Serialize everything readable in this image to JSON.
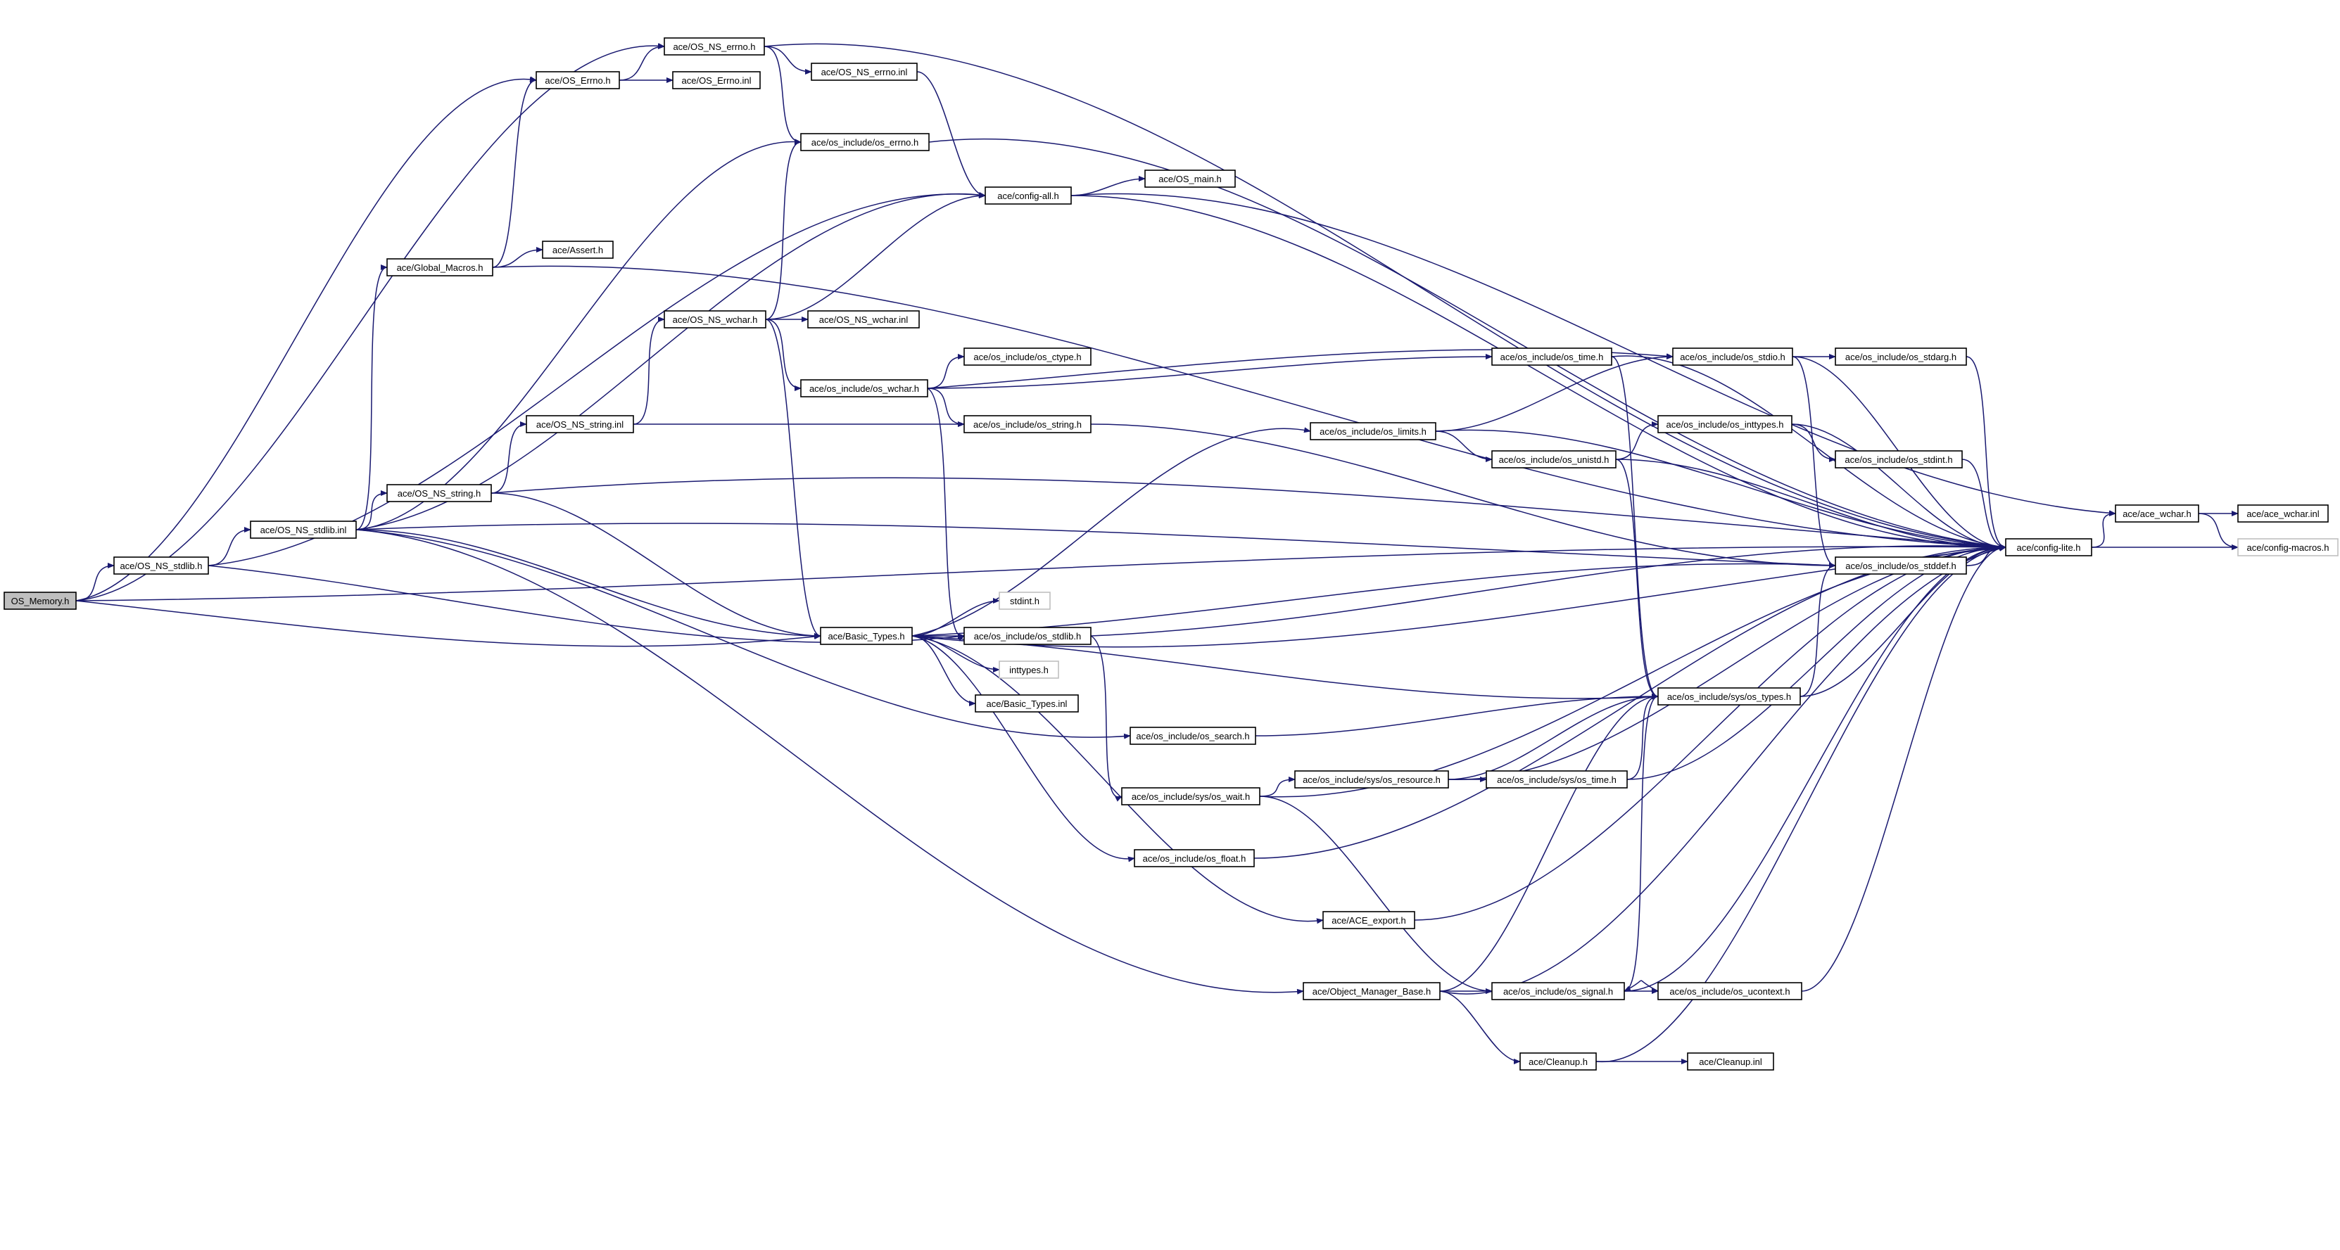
{
  "diagram": {
    "root": "OS_Memory.h",
    "nodes": [
      {
        "id": "os_memory",
        "label": "OS_Memory.h",
        "style": "root"
      },
      {
        "id": "os_ns_errno_h",
        "label": "ace/OS_NS_errno.h"
      },
      {
        "id": "os_errno_h",
        "label": "ace/OS_Errno.h"
      },
      {
        "id": "os_errno_inl",
        "label": "ace/OS_Errno.inl"
      },
      {
        "id": "os_ns_errno_inl",
        "label": "ace/OS_NS_errno.inl"
      },
      {
        "id": "os_include_os_errno_h",
        "label": "ace/os_include/os_errno.h"
      },
      {
        "id": "config_all_h",
        "label": "ace/config-all.h"
      },
      {
        "id": "os_main_h",
        "label": "ace/OS_main.h"
      },
      {
        "id": "global_macros_h",
        "label": "ace/Global_Macros.h"
      },
      {
        "id": "assert_h",
        "label": "ace/Assert.h"
      },
      {
        "id": "os_ns_wchar_h",
        "label": "ace/OS_NS_wchar.h"
      },
      {
        "id": "os_ns_wchar_inl",
        "label": "ace/OS_NS_wchar.inl"
      },
      {
        "id": "os_ctype_h",
        "label": "ace/os_include/os_ctype.h"
      },
      {
        "id": "os_wchar_h",
        "label": "ace/os_include/os_wchar.h"
      },
      {
        "id": "os_time_h",
        "label": "ace/os_include/os_time.h"
      },
      {
        "id": "os_stdio_h",
        "label": "ace/os_include/os_stdio.h"
      },
      {
        "id": "os_stdarg_h",
        "label": "ace/os_include/os_stdarg.h"
      },
      {
        "id": "os_ns_string_inl",
        "label": "ace/OS_NS_string.inl"
      },
      {
        "id": "os_string_h",
        "label": "ace/os_include/os_string.h"
      },
      {
        "id": "os_limits_h",
        "label": "ace/os_include/os_limits.h"
      },
      {
        "id": "os_inttypes_h",
        "label": "ace/os_include/os_inttypes.h"
      },
      {
        "id": "os_ns_string_h",
        "label": "ace/OS_NS_string.h"
      },
      {
        "id": "os_unistd_h",
        "label": "ace/os_include/os_unistd.h"
      },
      {
        "id": "os_stdint_h",
        "label": "ace/os_include/os_stdint.h"
      },
      {
        "id": "os_ns_stdlib_inl",
        "label": "ace/OS_NS_stdlib.inl"
      },
      {
        "id": "ace_wchar_h",
        "label": "ace/ace_wchar.h"
      },
      {
        "id": "ace_wchar_inl",
        "label": "ace/ace_wchar.inl"
      },
      {
        "id": "os_ns_stdlib_h",
        "label": "ace/OS_NS_stdlib.h"
      },
      {
        "id": "config_lite_h",
        "label": "ace/config-lite.h"
      },
      {
        "id": "config_macros_h",
        "label": "ace/config-macros.h",
        "style": "nolink"
      },
      {
        "id": "os_stddef_h",
        "label": "ace/os_include/os_stddef.h"
      },
      {
        "id": "stdint_h",
        "label": "stdint.h",
        "style": "nolink"
      },
      {
        "id": "basic_types_h",
        "label": "ace/Basic_Types.h"
      },
      {
        "id": "os_stdlib_h",
        "label": "ace/os_include/os_stdlib.h"
      },
      {
        "id": "inttypes_h",
        "label": "inttypes.h",
        "style": "nolink"
      },
      {
        "id": "basic_types_inl",
        "label": "ace/Basic_Types.inl"
      },
      {
        "id": "sys_os_types_h",
        "label": "ace/os_include/sys/os_types.h"
      },
      {
        "id": "os_search_h",
        "label": "ace/os_include/os_search.h"
      },
      {
        "id": "sys_os_resource_h",
        "label": "ace/os_include/sys/os_resource.h"
      },
      {
        "id": "sys_os_time_h",
        "label": "ace/os_include/sys/os_time.h"
      },
      {
        "id": "sys_os_wait_h",
        "label": "ace/os_include/sys/os_wait.h"
      },
      {
        "id": "os_float_h",
        "label": "ace/os_include/os_float.h"
      },
      {
        "id": "ace_export_h",
        "label": "ace/ACE_export.h"
      },
      {
        "id": "object_manager_base_h",
        "label": "ace/Object_Manager_Base.h"
      },
      {
        "id": "os_signal_h",
        "label": "ace/os_include/os_signal.h"
      },
      {
        "id": "os_ucontext_h",
        "label": "ace/os_include/os_ucontext.h"
      },
      {
        "id": "cleanup_h",
        "label": "ace/Cleanup.h"
      },
      {
        "id": "cleanup_inl",
        "label": "ace/Cleanup.inl"
      }
    ]
  }
}
